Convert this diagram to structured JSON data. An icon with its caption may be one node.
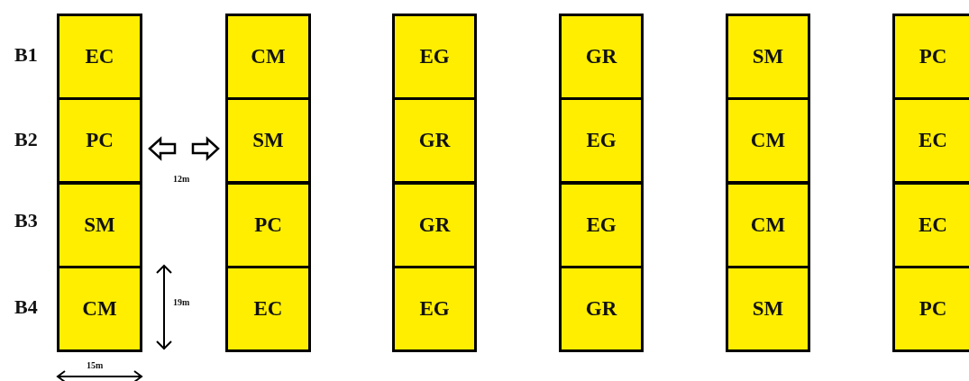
{
  "diagram": {
    "nodes": [
      {
        "text": [
          "EC"
        ]
      },
      {
        "text": [
          "CM"
        ]
      },
      {
        "text": [
          "EG"
        ]
      },
      {
        "text": [
          "GR"
        ]
      },
      {
        "text": [
          "SM"
        ]
      },
      {
        "text": [
          "PC"
        ]
      },
      {
        "text": [
          "PC"
        ]
      },
      {
        "text": [
          "SM"
        ]
      },
      {
        "text": [
          "GR"
        ]
      },
      {
        "text": [
          "EG"
        ]
      },
      {
        "text": [
          "CM"
        ]
      },
      {
        "text": [
          "EC"
        ]
      },
      {
        "text": [
          "SM"
        ]
      },
      {
        "text": [
          "PC"
        ]
      },
      {
        "text": [
          "GR"
        ]
      },
      {
        "text": [
          "EG"
        ]
      },
      {
        "text": [
          "CM"
        ]
      },
      {
        "text": [
          "EC"
        ]
      },
      {
        "text": [
          "CM"
        ]
      },
      {
        "text": [
          "EC"
        ]
      },
      {
        "text": [
          "EG"
        ]
      },
      {
        "text": [
          "GR"
        ]
      },
      {
        "text": [
          "SM"
        ]
      },
      {
        "text": [
          "PC"
        ]
      }
    ],
    "labels": [
      "B1",
      "B2",
      "12m",
      "B3",
      "B4",
      "19m",
      "15m"
    ]
  }
}
